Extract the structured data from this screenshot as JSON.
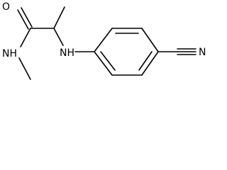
{
  "molecule": {
    "atoms": {
      "o": "O",
      "nh_amide": "NH",
      "nh_amine": "NH",
      "n_nitrile": "N"
    }
  }
}
